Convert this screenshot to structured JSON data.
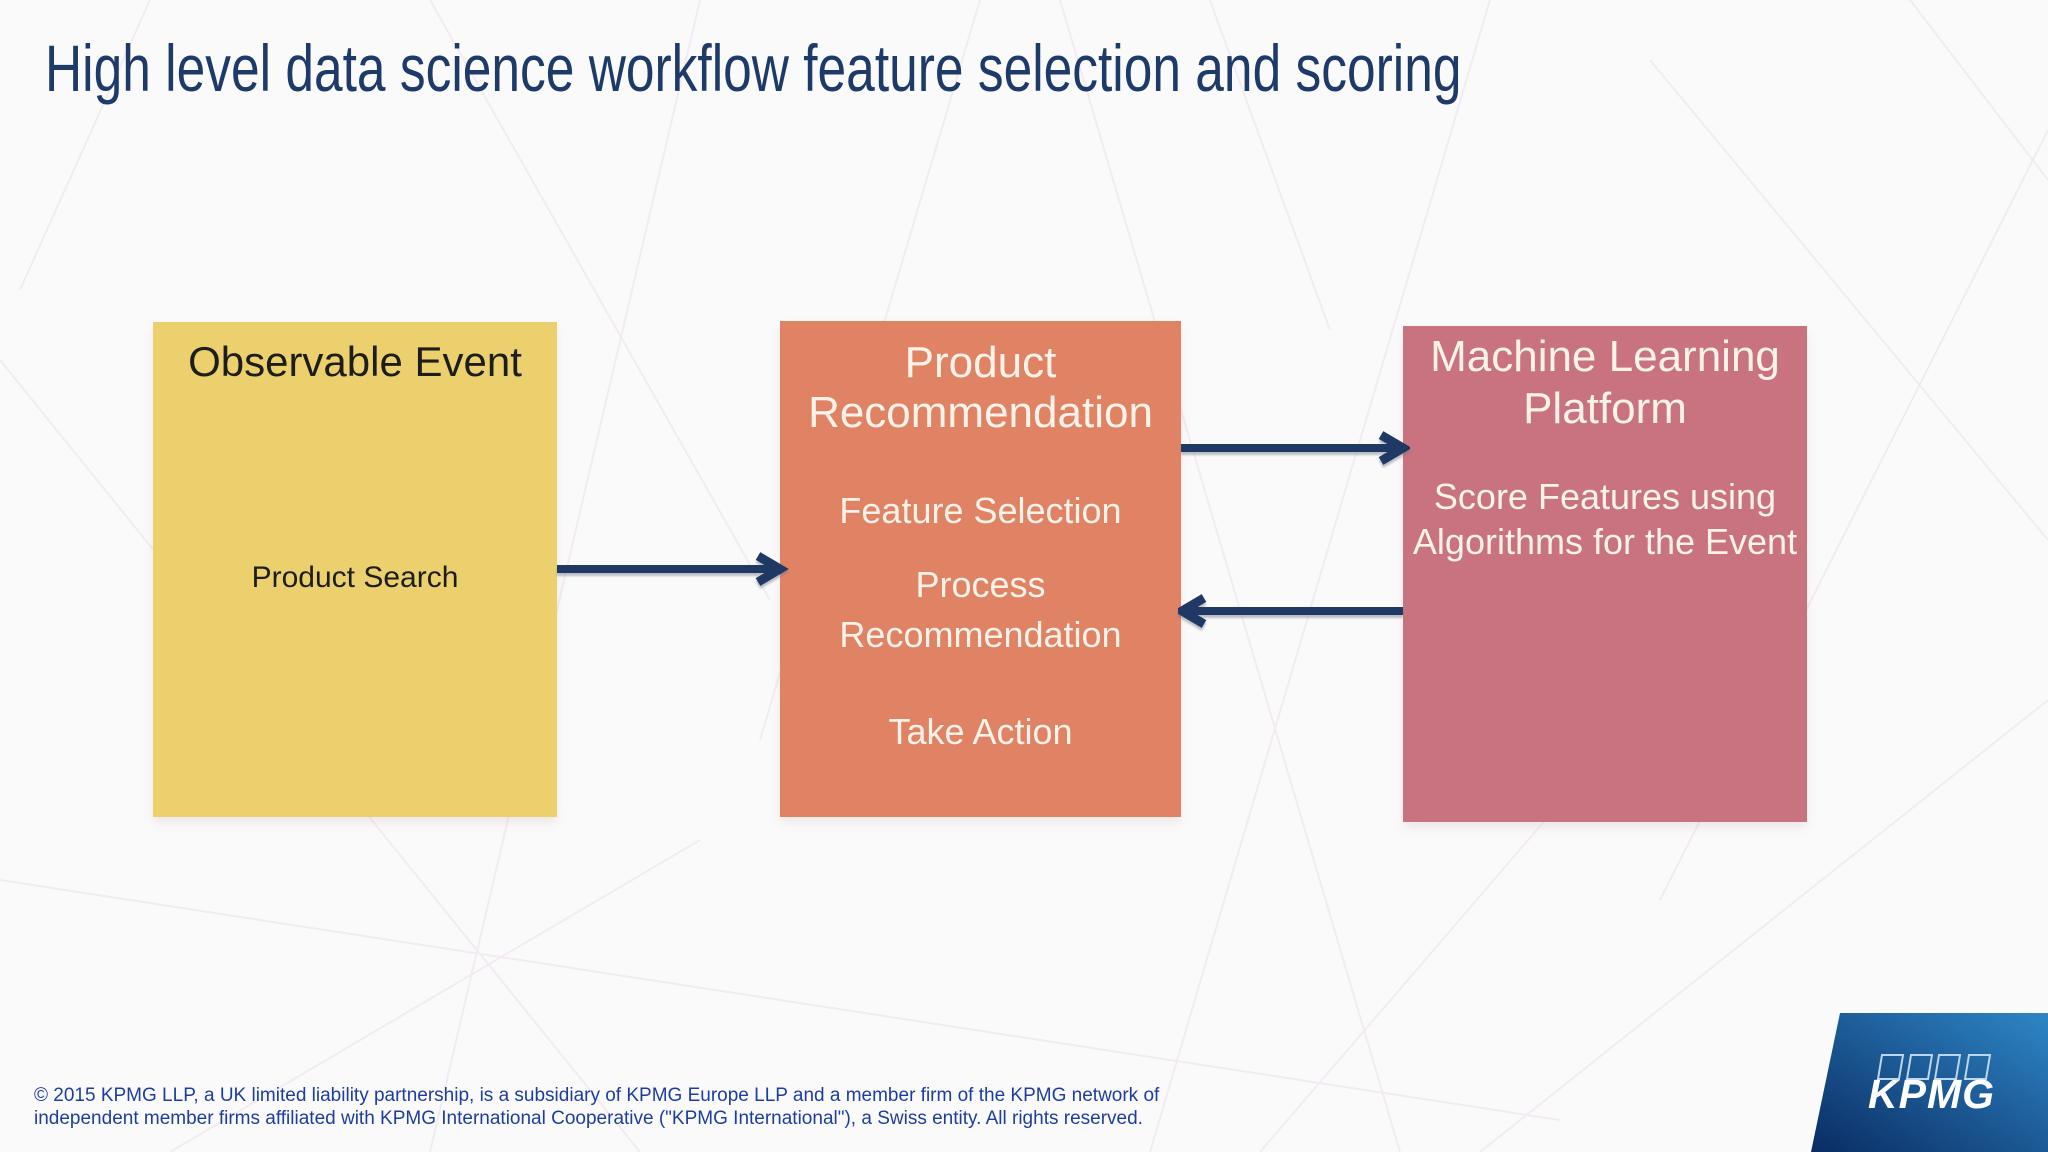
{
  "slide": {
    "title": "High level data science workflow feature selection and scoring",
    "title_color": "#1d3a69",
    "background_color": "#fbfafb",
    "footer": {
      "line1": "© 2015 KPMG LLP, a UK limited liability partnership, is a subsidiary of KPMG Europe LLP and a member firm of the KPMG network of",
      "line2": "independent member firms affiliated with KPMG International Cooperative (\"KPMG International\"), a Swiss entity. All rights reserved.",
      "text_color": "#1e3e9e"
    },
    "logo": {
      "text": "KPMG",
      "gradient_start": "#0a2c63",
      "gradient_end": "#2e86c6"
    }
  },
  "diagram": {
    "arrow_color": "#1f3864",
    "boxes": [
      {
        "name": "observable-event",
        "title": "Observable Event",
        "items": [
          "Product Search"
        ],
        "fill": "#ecd06e",
        "text_color": "#1d1d1b"
      },
      {
        "name": "product-recommendation",
        "title": "Product Recommendation",
        "items": [
          "Feature Selection",
          "Process Recommendation",
          "Take Action"
        ],
        "fill": "#e08365",
        "text_color": "#fbf3ea"
      },
      {
        "name": "machine-learning-platform",
        "title": "Machine Learning Platform",
        "items": [
          "Score Features using Algorithms for the Event"
        ],
        "fill": "#c8737f",
        "text_color": "#fbf3ea"
      }
    ],
    "arrows": [
      {
        "from": "observable-event",
        "to": "product-recommendation",
        "direction": "right"
      },
      {
        "from": "product-recommendation",
        "to": "machine-learning-platform",
        "direction": "right"
      },
      {
        "from": "machine-learning-platform",
        "to": "product-recommendation",
        "direction": "left"
      }
    ]
  }
}
